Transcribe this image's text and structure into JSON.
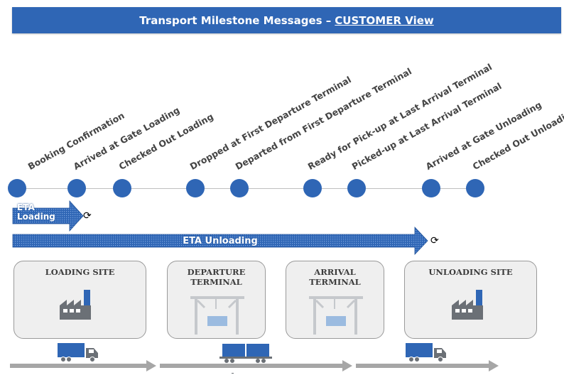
{
  "header": {
    "title": "Transport Milestone Messages –",
    "view": "CUSTOMER View"
  },
  "milestones": [
    "Booking Confirmation",
    "Arrived at Gate Loading",
    "Checked Out Loading",
    "Dropped at First Departure Terminal",
    "Departed from First Departure Terminal",
    "Ready for Pick-up at Last Arrival Terminal",
    "Picked-up at Last Arrival Terminal",
    "Arrived at Gate Unloading",
    "Checked Out Unloading"
  ],
  "eta": {
    "loading": "ETA Loading",
    "unloading": "ETA Unloading"
  },
  "sites": {
    "loading": "LOADING SITE",
    "departure_line1": "DEPARTURE",
    "departure_line2": "TERMINAL",
    "arrival_line1": "ARRIVAL",
    "arrival_line2": "TERMINAL",
    "unloading": "UNLOADING SITE"
  },
  "colors": {
    "brand_blue": "#2f66b5",
    "gray": "#9a9a9a",
    "factory": "#6b7076"
  },
  "icons": [
    "factory-icon",
    "crane-icon",
    "truck-icon",
    "train-icon",
    "refresh-icon",
    "arrow-icon"
  ]
}
